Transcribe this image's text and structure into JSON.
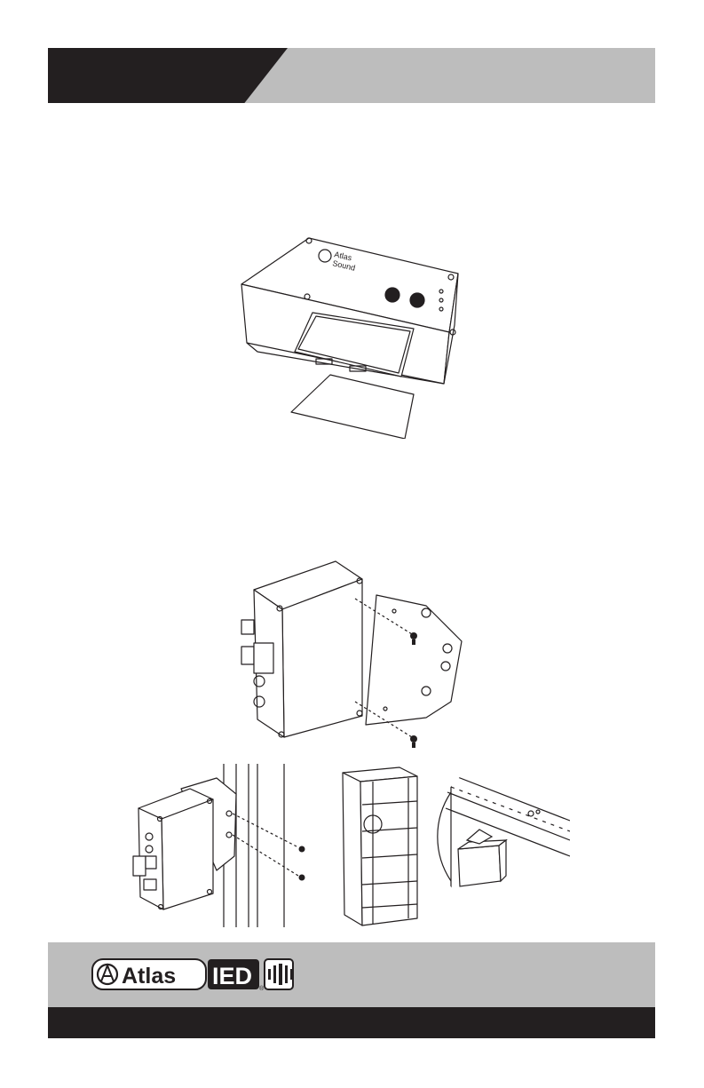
{
  "header": {
    "left_color": "#231f20",
    "right_color": "#bdbdbd"
  },
  "figure1": {
    "device_logo_line1": "Atlas",
    "device_logo_line2": "Sound"
  },
  "footer": {
    "brand_left": "Atlas",
    "brand_right": "IED",
    "brand_mark": "®"
  }
}
